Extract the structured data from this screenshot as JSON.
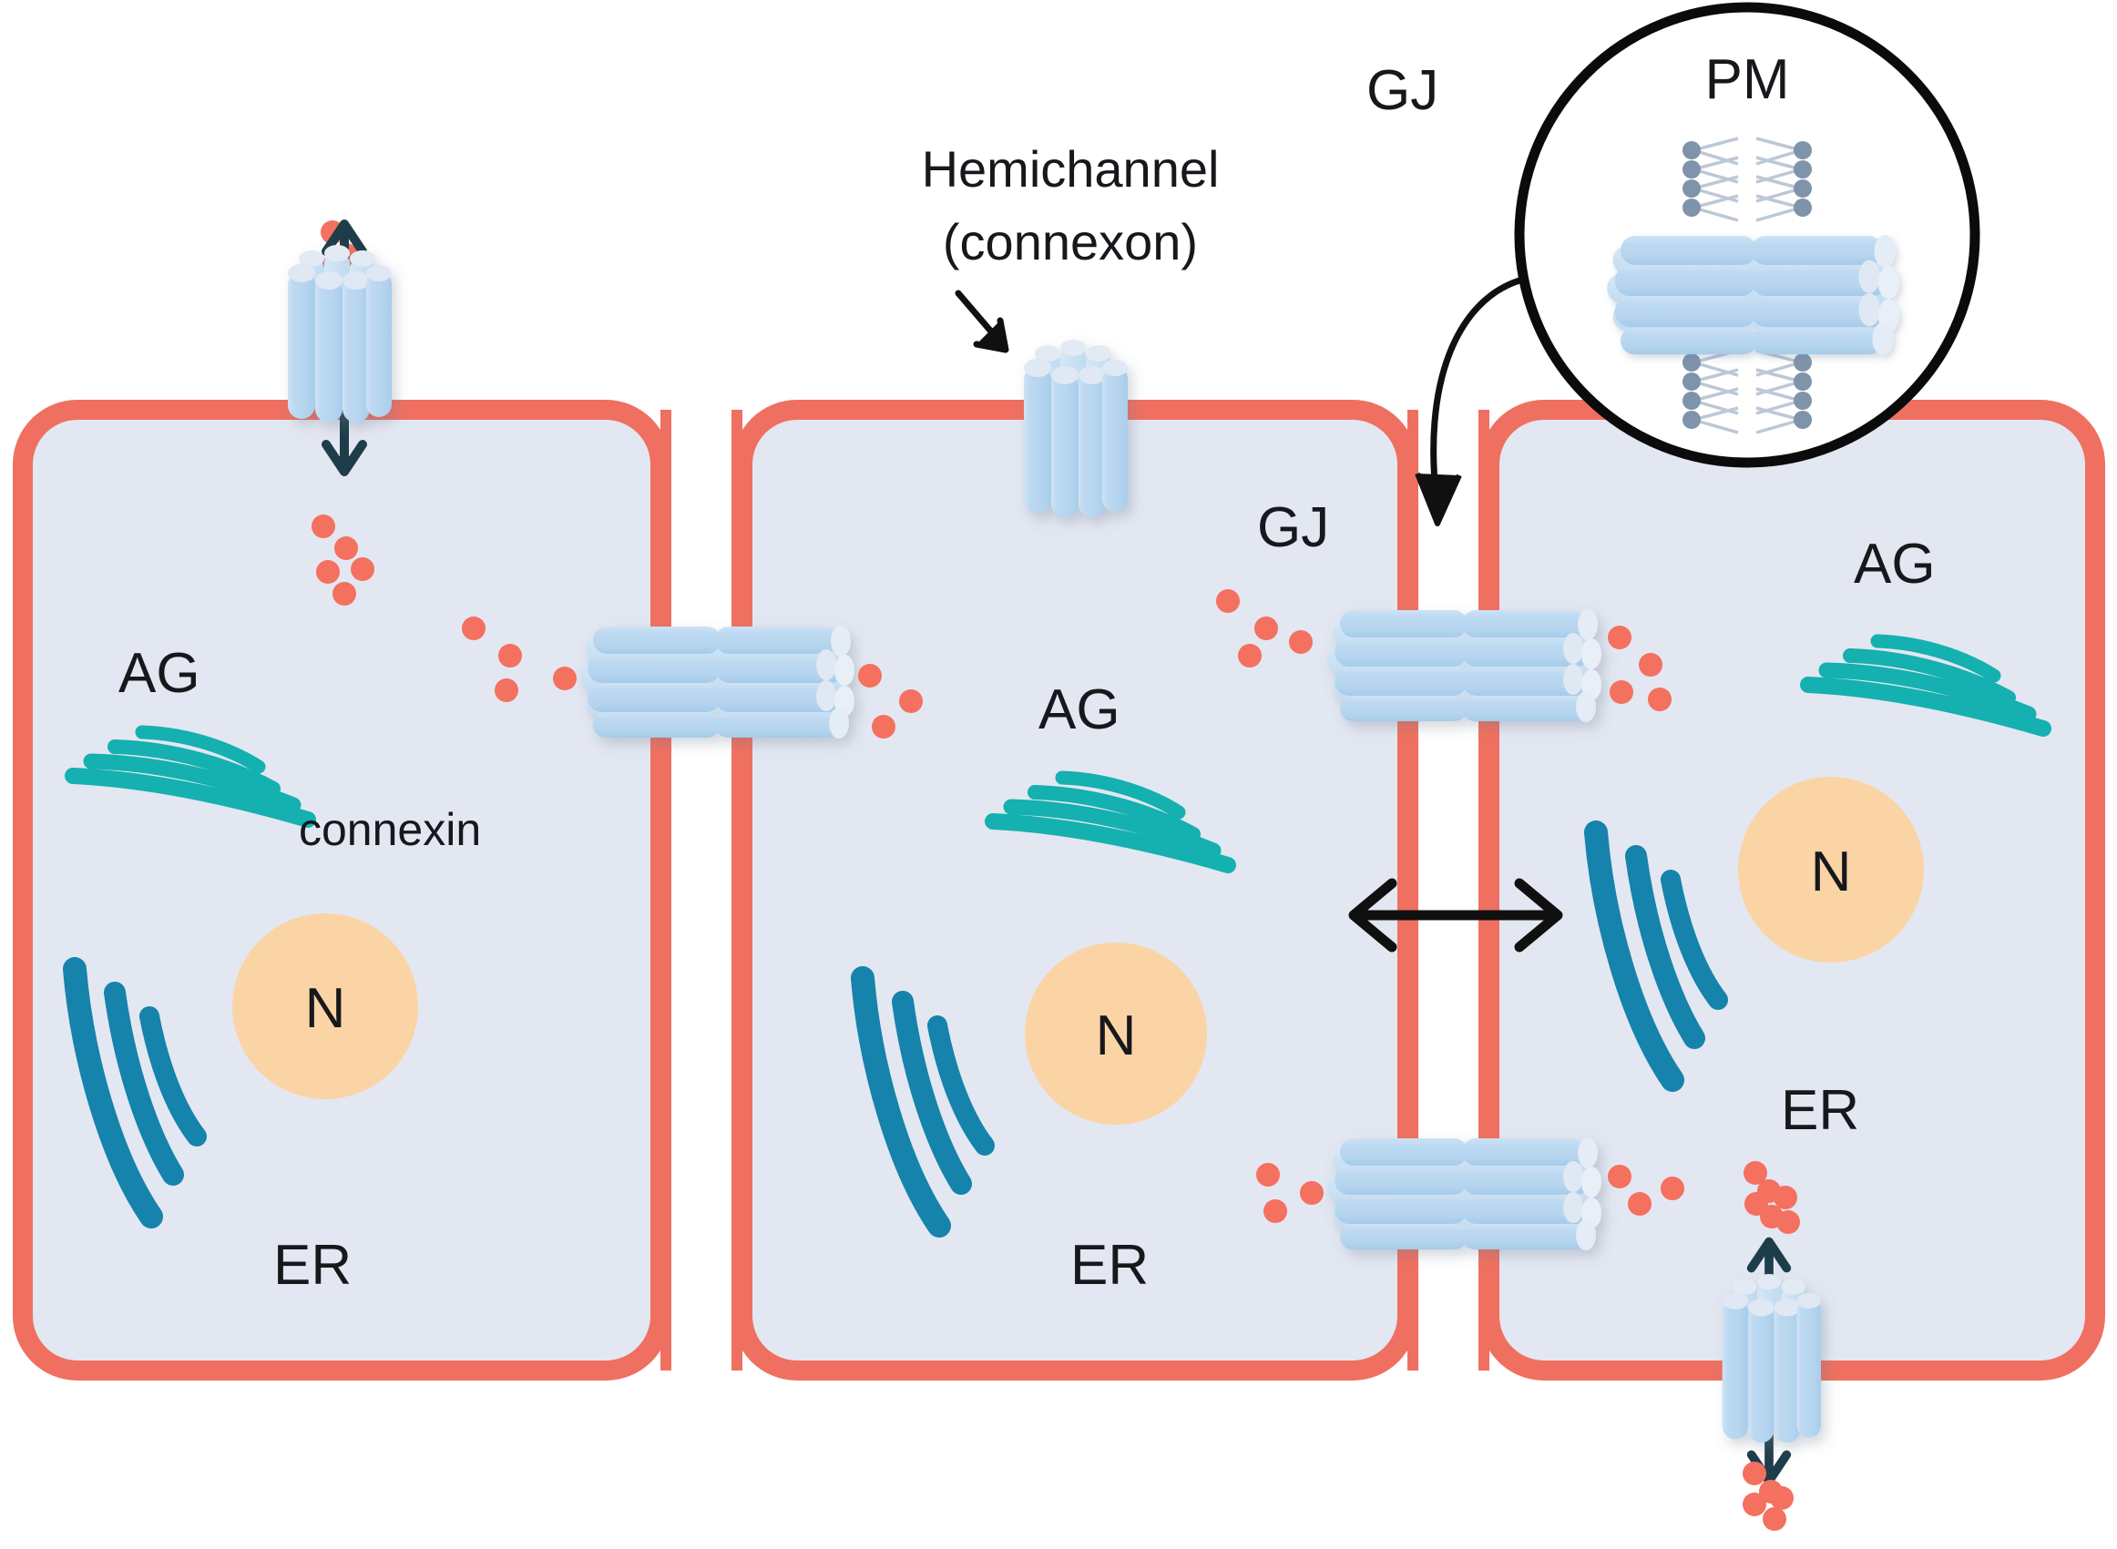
{
  "figure": {
    "title": "Connexin hemichannel and gap junction organization in adjacent cells",
    "type": "biological-schematic",
    "background_color": "#ffffff"
  },
  "palette": {
    "plasma_membrane": "#ef7060",
    "cytoplasm": "#e3e7f1",
    "connexin_cylinder": "#bbd8f0",
    "connexin_cylinder_light": "#d9e6f3",
    "connexin_cap": "#e3eaf4",
    "nucleus": "#fbd4a6",
    "golgi": "#15b0b0",
    "er": "#1583ab",
    "molecule_dot": "#f4705f",
    "arrow_dark": "#1e3d4a",
    "arrow_black": "#101010",
    "inset_outline": "#000000",
    "bilayer_head": "#7f93ab",
    "bilayer_tail": "#b9c6d4",
    "text": "#16181c"
  },
  "labels": {
    "hemichannel": {
      "line1": "Hemichannel",
      "line2": "(connexon)"
    },
    "connexin": "connexin",
    "gj_inset": "GJ",
    "gj_junction": "GJ",
    "pm": "PM",
    "nucleus": "N",
    "golgi": "AG",
    "er": "ER"
  },
  "cells": [
    {
      "id": "cell-1",
      "nucleus_label": "N",
      "golgi_label": "AG",
      "er_label": "ER",
      "extra_label": "connexin",
      "has_top_hemichannel": true,
      "has_bottom_hemichannel": false
    },
    {
      "id": "cell-2",
      "nucleus_label": "N",
      "golgi_label": "AG",
      "er_label": "ER",
      "has_top_hemichannel": true,
      "has_bottom_hemichannel": false
    },
    {
      "id": "cell-3",
      "nucleus_label": "N",
      "golgi_label": "AG",
      "er_label": "ER",
      "has_top_hemichannel": false,
      "has_bottom_hemichannel": true
    }
  ],
  "gap_junctions": [
    {
      "id": "gj-cell1-cell2",
      "between": [
        "cell-1",
        "cell-2"
      ],
      "label": ""
    },
    {
      "id": "gj-cell2-cell3-upper",
      "between": [
        "cell-2",
        "cell-3"
      ],
      "label": "GJ"
    },
    {
      "id": "gj-cell2-cell3-lower",
      "between": [
        "cell-2",
        "cell-3"
      ],
      "label": ""
    }
  ],
  "inset": {
    "label": "PM",
    "description": "Gap junction channel spanning the plasma membrane lipid bilayer",
    "callout_label": "GJ"
  },
  "counts": {
    "cells": 3,
    "hemichannels": 3,
    "gap_junctions": 3,
    "connexins_per_connexon": 6,
    "golgi_cisternae": 4,
    "er_strands": 3
  }
}
